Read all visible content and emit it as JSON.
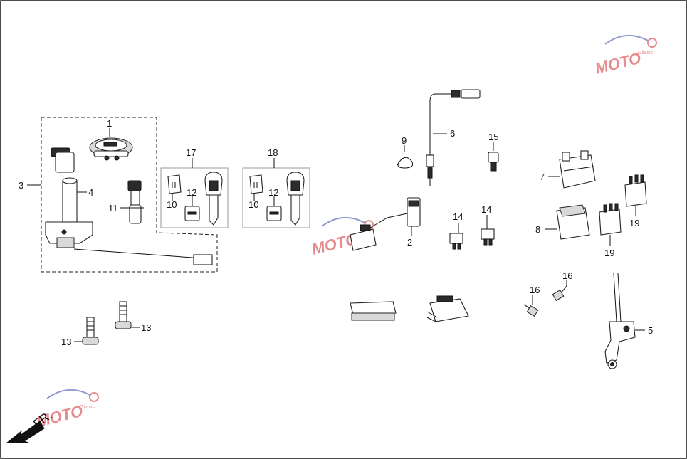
{
  "labels": {
    "p1": "1",
    "p2": "2",
    "p3": "3",
    "p4": "4",
    "p5": "5",
    "p6": "6",
    "p7": "7",
    "p8": "8",
    "p9": "9",
    "p10a": "10",
    "p10b": "10",
    "p11": "11",
    "p12a": "12",
    "p12b": "12",
    "p13a": "13",
    "p13b": "13",
    "p14a": "14",
    "p14b": "14",
    "p15": "15",
    "p16a": "16",
    "p16b": "16",
    "p17": "17",
    "p18": "18",
    "p19a": "19",
    "p19b": "19"
  },
  "direction": "FR.",
  "watermark": {
    "text": "MOTO",
    "subtext": "Gilasis"
  },
  "colors": {
    "ink": "#111111",
    "watermark_red": "#d32f2f",
    "watermark_blue": "#3949ab"
  }
}
